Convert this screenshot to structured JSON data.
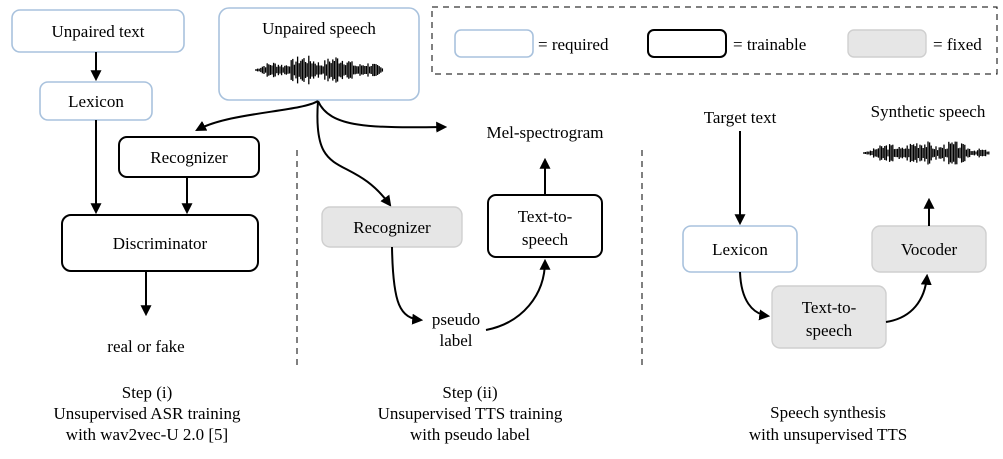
{
  "legend": {
    "required_label": "= required",
    "trainable_label": "= trainable",
    "fixed_label": "= fixed"
  },
  "step1": {
    "unpaired_text": "Unpaired text",
    "lexicon": "Lexicon",
    "recognizer": "Recognizer",
    "discriminator": "Discriminator",
    "output": "real or fake",
    "caption": [
      "Step (i)",
      "Unsupervised ASR training",
      "with wav2vec-U 2.0 [5]"
    ]
  },
  "shared": {
    "unpaired_speech": "Unpaired speech"
  },
  "step2": {
    "mel": "Mel-spectrogram",
    "recognizer": "Recognizer",
    "tts": [
      "Text-to-",
      "speech"
    ],
    "pseudo": [
      "pseudo",
      "label"
    ],
    "caption": [
      "Step (ii)",
      "Unsupervised TTS training",
      "with pseudo label"
    ]
  },
  "step3": {
    "target_text": "Target text",
    "synthetic_speech": "Synthetic speech",
    "lexicon": "Lexicon",
    "vocoder": "Vocoder",
    "tts": [
      "Text-to-",
      "speech"
    ],
    "caption": [
      "Speech synthesis",
      "with unsupervised TTS"
    ]
  }
}
